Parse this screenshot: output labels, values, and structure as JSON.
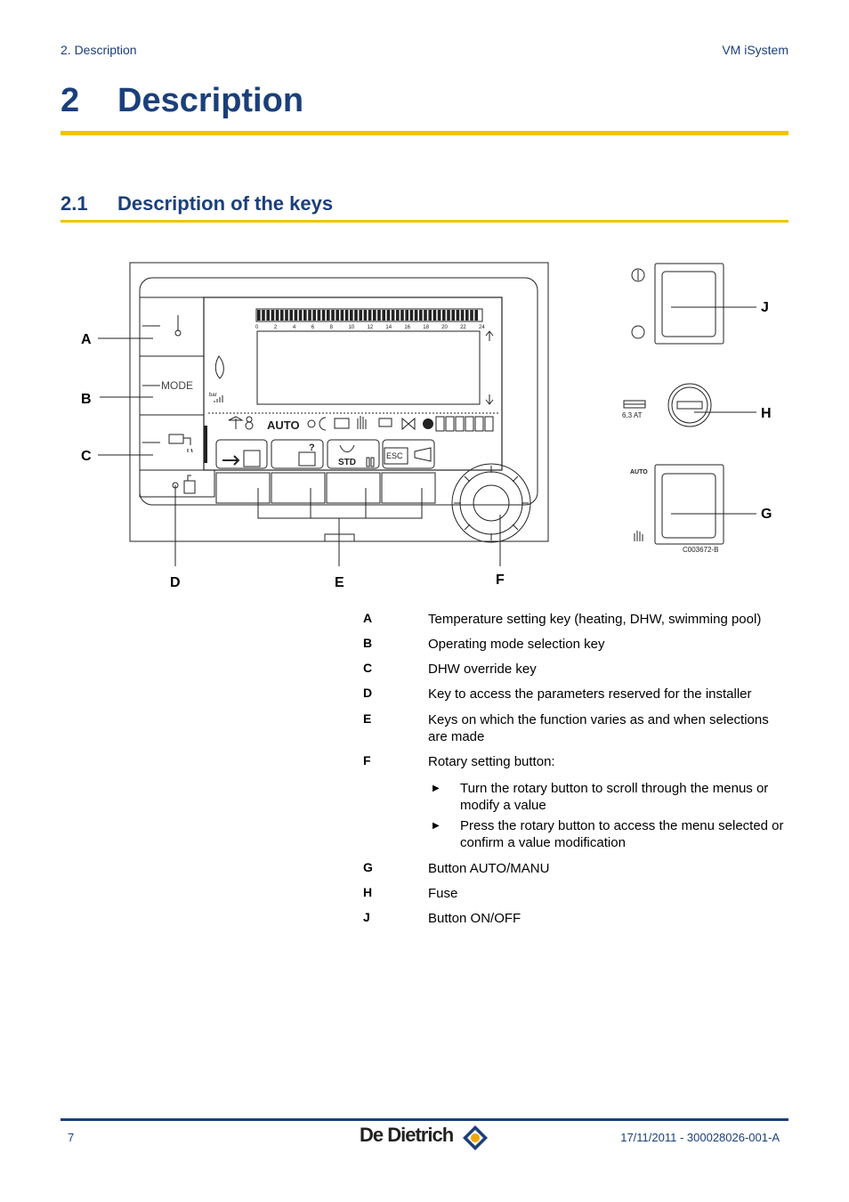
{
  "header": {
    "left": "2.  Description",
    "right": "VM iSystem"
  },
  "chapter": {
    "number": "2",
    "title": "Description"
  },
  "section": {
    "number": "2.1",
    "title": "Description of the keys"
  },
  "figure": {
    "callouts": {
      "A": "A",
      "B": "B",
      "C": "C",
      "D": "D",
      "E": "E",
      "F": "F",
      "G": "G",
      "H": "H",
      "J": "J"
    },
    "panel": {
      "mode_label": "MODE",
      "auto_label": "AUTO",
      "std_label": "STD",
      "esc_label": "ESC",
      "bar_label": "bar",
      "scale_ticks": [
        "0",
        "2",
        "4",
        "6",
        "8",
        "10",
        "12",
        "14",
        "16",
        "18",
        "20",
        "22",
        "24"
      ]
    },
    "fuse_label": "6,3 AT",
    "auto_switch_label": "AUTO",
    "figure_code": "C003672-B"
  },
  "keys": [
    {
      "letter": "A",
      "text": "Temperature setting key (heating, DHW, swimming pool)"
    },
    {
      "letter": "B",
      "text": "Operating mode selection key"
    },
    {
      "letter": "C",
      "text": "DHW override key"
    },
    {
      "letter": "D",
      "text": "Key to access the parameters reserved for the installer"
    },
    {
      "letter": "E",
      "text": "Keys on which the function varies as and when selections are made"
    },
    {
      "letter": "F",
      "text": "Rotary setting button:"
    },
    {
      "letter": "G",
      "text": "Button AUTO/MANU"
    },
    {
      "letter": "H",
      "text": "Fuse"
    },
    {
      "letter": "J",
      "text": "Button ON/OFF"
    }
  ],
  "rotary_bullets": [
    "Turn the rotary button to scroll through the menus or modify a value",
    "Press the rotary button to access the menu selected or confirm a value modification"
  ],
  "footer": {
    "page": "7",
    "brand": "De Dietrich",
    "reference": "17/11/2011  - 300028026-001-A"
  },
  "colors": {
    "title_blue": "#1b3f7a",
    "rule_yellow": "#f0c400"
  }
}
